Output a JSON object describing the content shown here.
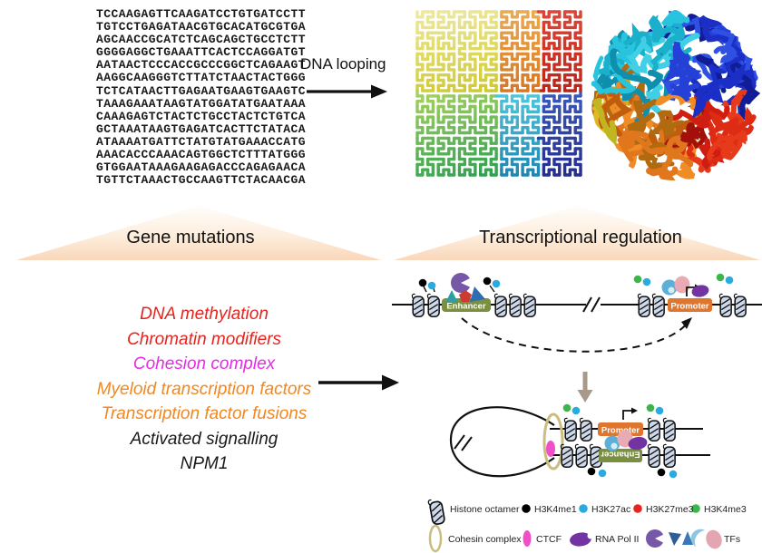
{
  "figure": {
    "dna_sequence_lines": [
      "TCCAAGAGTTCAAGATCCTGTGATCCTT",
      "TGTCCTGAGATAACGTGCACATGCGTGA",
      "AGCAACCGCATCTCAGCAGCTGCCTCTT",
      "GGGGAGGCTGAAATTCACTCCAGGATGT",
      "AATAACTCCCACCGCCCGGCTCAGAAGT",
      "AAGGCAAGGGTCTTATCTAACTACTGGG",
      "TCTCATAACTTGAGAATGAAGTGAAGTC",
      "TAAAGAAATAAGTATGGATATGAATAAA",
      "CAAAGAGTCTACTCTGCCTACTCTGTCA",
      "GCTAAATAAGTGAGATCACTTCTATACA",
      "ATAAAATGATTCTATGTATGAAACCATG",
      "AAACACCCAAACAGTGGCTCTTTATGGG",
      "GTGGAATAAAGAAGAGACCCAGAGAACA",
      "TGTTCTAAACTGCCAAGTTCTACAACGA"
    ],
    "dna_looping_label": "DNA looping",
    "left_triangle_label": "Gene mutations",
    "right_triangle_label": "Transcriptional regulation",
    "mutation_list": [
      {
        "label": "DNA methylation",
        "color": "#e8231e"
      },
      {
        "label": "Chromatin modifiers",
        "color": "#e8231e"
      },
      {
        "label": "Cohesion complex",
        "color": "#e62ce6"
      },
      {
        "label": "Myeloid transcription factors",
        "color": "#f2871f"
      },
      {
        "label": "Transcription factor fusions",
        "color": "#f2871f"
      },
      {
        "label": "Activated signalling",
        "color": "#1a1a1a"
      },
      {
        "label": "NPM1",
        "color": "#1a1a1a"
      }
    ],
    "regulation": {
      "enhancer_label": "Enhancer",
      "promoter_label": "Promoter",
      "enhancer_color": "#7a8f3f",
      "promoter_color": "#e0762e"
    },
    "legend": {
      "histone_octamer": "Histone octamer",
      "h3k4me1": {
        "label": "H3K4me1",
        "color": "#000000"
      },
      "h3k27ac": {
        "label": "H3K27ac",
        "color": "#29abe2"
      },
      "h3k27me3": {
        "label": "H3K27me3",
        "color": "#e8231e"
      },
      "h3k4me3": {
        "label": "H3K4me3",
        "color": "#3cb54a"
      },
      "cohesin_complex": "Cohesin complex",
      "ctcf": {
        "label": "CTCF",
        "color": "#f04fc8"
      },
      "rna_pol_ii": {
        "label": "RNA Pol II",
        "color": "#7233a3"
      },
      "tfs": {
        "label": "TFs"
      }
    }
  },
  "icons": {
    "nucleosome-icon": "hatched-cylinder",
    "cohesin-ring-icon": "tan-ellipse-outline",
    "ctcf-icon": "magenta-ellipse",
    "rna-pol-ii-icon": "purple-blob",
    "tf-shapes-icon": "purple-pacman+triangles+crescent+pink-egg",
    "transcription-start-icon": "bent-arrow",
    "strand-break-icon": "double-slash"
  },
  "figures": {
    "hilbert": {
      "palette": {
        "tl_light": "#efe9a0",
        "tl_dark": "#cfc92e",
        "tm_light": "#ecaa4e",
        "tm_dark": "#d8751f",
        "tr_light": "#e04434",
        "tr_dark": "#bc2218",
        "bl_light": "#a7d162",
        "bl_dark": "#2f9e52",
        "bm_light": "#52c6da",
        "bm_dark": "#1f86b4",
        "br_light": "#3a58bb",
        "br_dark": "#252e8e"
      }
    },
    "globule": {
      "top_left": [
        "#1ab0cc",
        "#3fd0e6",
        "#0f8fae",
        "#28c4de"
      ],
      "top_right": [
        "#1b2ec6",
        "#2e51e3",
        "#101d96",
        "#2440d6"
      ],
      "bottom_right": [
        "#cf1d12",
        "#e63a1a",
        "#a31009",
        "#de2b14"
      ],
      "bottom_left": [
        "#e0771c",
        "#c05c0e",
        "#ef8c26",
        "#b06a10"
      ],
      "left_edge": [
        "#d8a818",
        "#c0b622",
        "#e0b81f"
      ]
    }
  }
}
